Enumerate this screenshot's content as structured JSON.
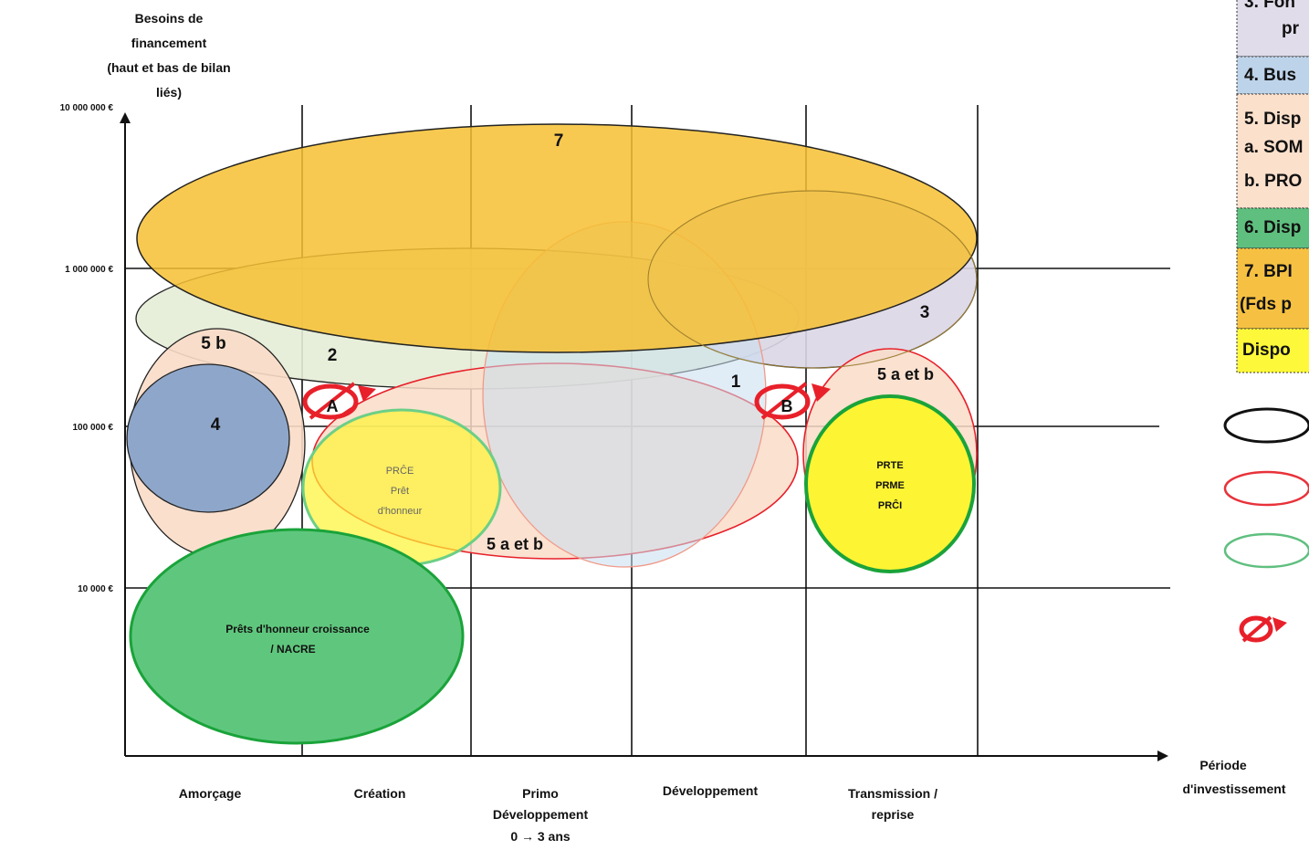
{
  "y_axis": {
    "title_lines": [
      "Besoins de",
      "financement",
      "(haut et bas de bilan",
      "liés)"
    ],
    "ticks": [
      "10 000 000 €",
      "1 000 000 €",
      "100 000 €",
      "10 000 €"
    ]
  },
  "x_axis": {
    "title_lines": [
      "Période",
      "d'investissement"
    ],
    "categories": [
      {
        "lines": [
          "Amorçage"
        ]
      },
      {
        "lines": [
          "Création"
        ]
      },
      {
        "lines": [
          "Primo",
          "Développement",
          "0 → 3 ans"
        ]
      },
      {
        "lines": [
          "Développement"
        ]
      },
      {
        "lines": [
          "Transmission /",
          "reprise"
        ]
      }
    ]
  },
  "regions": {
    "r7": "7",
    "r3": "3",
    "r2": "2",
    "r1": "1",
    "r5b": "5 b",
    "r4": "4",
    "r5ab_transmission": "5 a et b",
    "r5ab_primo": "5 a et b",
    "prce_lines": [
      "PRĈE",
      "Prêt",
      "d'honneur"
    ],
    "prte_lines": [
      "PRTE",
      "PRME",
      "PRĈI"
    ],
    "pret_croissance_lines": [
      "Prêts d'honneur croissance",
      "/ NACRE"
    ]
  },
  "markers": {
    "a": "A",
    "b": "B"
  },
  "legend": {
    "items": [
      {
        "lines": [
          "3. Fon",
          "pr"
        ],
        "color": "#e0dcea"
      },
      {
        "lines": [
          "4. Bus"
        ],
        "color": "#bdd3ea"
      },
      {
        "lines": [
          "5. Disp",
          "a. SOM",
          "b. PRO"
        ],
        "color": "#fbe0cc"
      },
      {
        "lines": [
          "6. Disp"
        ],
        "color": "#5fbf7f"
      },
      {
        "lines": [
          "7. BPI",
          "(Fds p"
        ],
        "color": "#f6c142"
      },
      {
        "lines": [
          "Dispo"
        ],
        "color": "#fdf83a"
      }
    ],
    "shape_colors": [
      "#111111",
      "#e8323a",
      "#5fbf7f"
    ]
  },
  "colors": {
    "gold": "#f6bf31",
    "lavender": "#dcd6e6",
    "pale_green": "#e4ecd6",
    "peach": "#f9dcc8",
    "blue_fill": "#8ea6c9",
    "yellow": "#fdf433",
    "green": "#5fc77d",
    "green_stroke": "#1aa33a",
    "red": "#e8202a",
    "light_blue": "#c9dfef"
  }
}
